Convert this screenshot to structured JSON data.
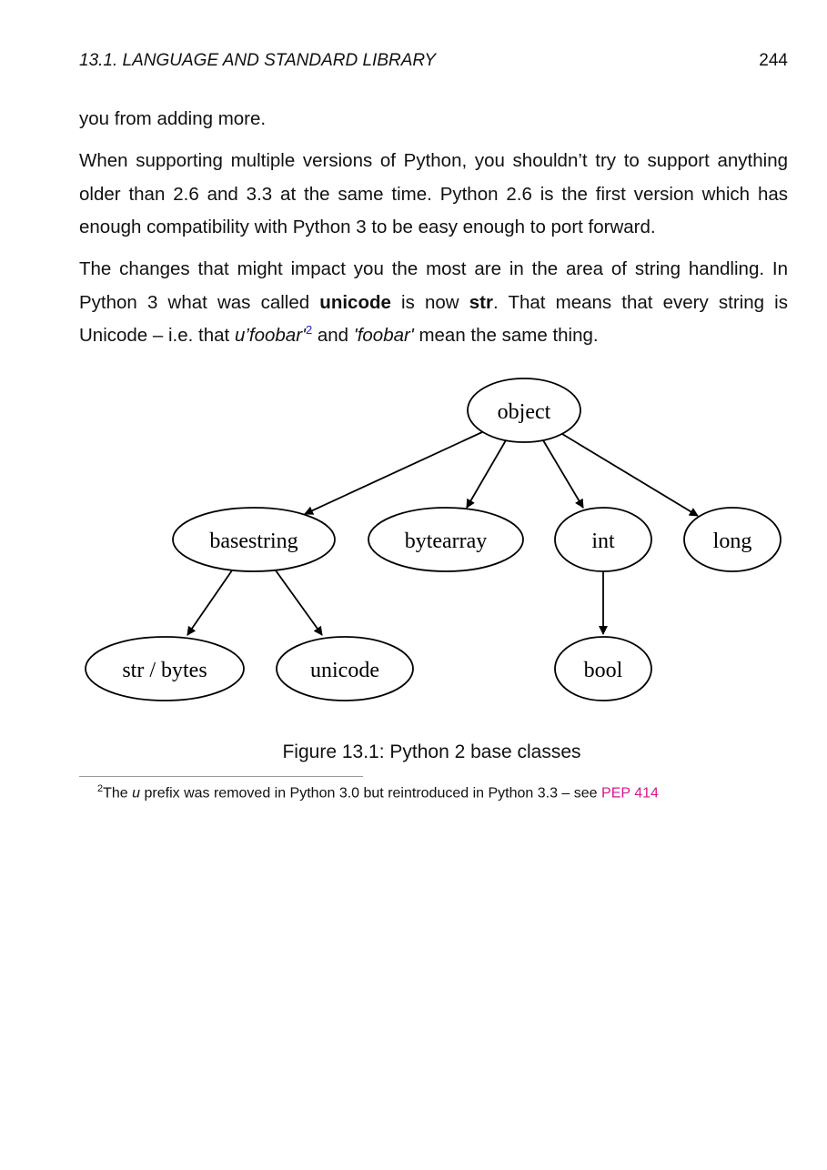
{
  "header": {
    "section": "13.1.  LANGUAGE AND STANDARD LIBRARY",
    "page": "244"
  },
  "paragraphs": {
    "p1": "you from adding more.",
    "p2": "When supporting multiple versions of Python, you shouldn’t try to support anything older than 2.6 and 3.3 at the same time.  Python 2.6 is the first version which has enough compatibility with Python 3 to be easy enough to port forward.",
    "p3": {
      "a": "The changes that might impact you the most are in the area of string handling.  In Python 3 what was called ",
      "b": "unicode",
      "c": " is now ",
      "d": "str",
      "e": ".  That means that every string is Unicode – i.e. that ",
      "f": "u’foobar'",
      "fnref": "2",
      "g": " and ",
      "h": "'foobar'",
      "i": " mean the same thing."
    }
  },
  "figure": {
    "nodes": {
      "object": "object",
      "basestring": "basestring",
      "bytearray": "bytearray",
      "int": "int",
      "long": "long",
      "str_bytes": "str / bytes",
      "unicode": "unicode",
      "bool": "bool"
    },
    "caption": "Figure 13.1: Python 2 base classes"
  },
  "footnote": {
    "mark": "2",
    "t1": "The ",
    "t2": "u",
    "t3": " prefix was removed in Python 3.0 but reintroduced in Python 3.3 – see ",
    "link": "PEP 414",
    "link_color": "#d6178e"
  }
}
